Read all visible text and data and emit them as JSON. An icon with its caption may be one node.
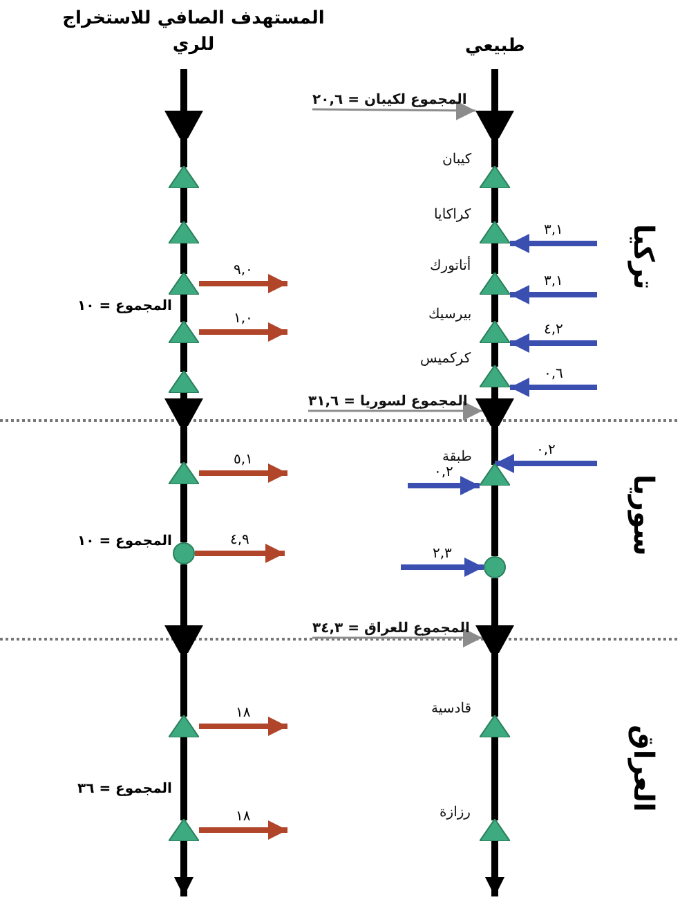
{
  "diagram": {
    "nodes": [
      {
        "text": [],
        "shape": "funnel"
      },
      {
        "text": [],
        "shape": "triangle"
      },
      {
        "text": [],
        "shape": "triangle"
      },
      {
        "text": [],
        "shape": "triangle"
      },
      {
        "text": [],
        "shape": "triangle"
      },
      {
        "text": [],
        "shape": "triangle"
      },
      {
        "text": [],
        "shape": "funnel"
      },
      {
        "text": [],
        "shape": "triangle"
      },
      {
        "text": [],
        "shape": "circle"
      },
      {
        "text": [],
        "shape": "funnel"
      },
      {
        "text": [],
        "shape": "triangle"
      },
      {
        "text": [],
        "shape": "triangle"
      },
      {
        "text": [],
        "shape": "funnel"
      },
      {
        "text": [],
        "shape": "triangle",
        "beside": [
          "كيبان"
        ]
      },
      {
        "text": [],
        "shape": "triangle",
        "beside": [
          "كراكايا"
        ]
      },
      {
        "text": [],
        "shape": "triangle",
        "beside": [
          "أتاتورك"
        ]
      },
      {
        "text": [],
        "shape": "triangle",
        "beside": [
          "بيرسيك"
        ]
      },
      {
        "text": [],
        "shape": "triangle",
        "beside": [
          "كركميس"
        ]
      },
      {
        "text": [],
        "shape": "funnel"
      },
      {
        "text": [],
        "shape": "triangle",
        "beside": [
          "طبقة"
        ]
      },
      {
        "text": [],
        "shape": "circle"
      },
      {
        "text": [],
        "shape": "funnel"
      },
      {
        "text": [],
        "shape": "triangle",
        "beside": [
          "قادسية"
        ]
      },
      {
        "text": [],
        "shape": "triangle",
        "beside": [
          "رزازة"
        ]
      },
      {
        "text": [
          "المجموع لكيبان = ٢٠,٦"
        ]
      },
      {
        "text": [
          "المجموع لسوريا = ٣١,٦"
        ]
      },
      {
        "text": [
          "المجموع للعراق = ٣٤,٣"
        ]
      }
    ],
    "edges": [
      {
        "from": null,
        "to": 0,
        "arrow": "none"
      },
      {
        "from": 0,
        "to": 1,
        "arrow": "none"
      },
      {
        "from": 1,
        "to": 2,
        "arrow": "none"
      },
      {
        "from": 2,
        "to": 3,
        "arrow": "none"
      },
      {
        "from": 3,
        "to": 4,
        "arrow": "none"
      },
      {
        "from": 4,
        "to": 5,
        "arrow": "none"
      },
      {
        "from": 5,
        "to": 6,
        "arrow": "none"
      },
      {
        "from": 6,
        "to": 7,
        "arrow": "none"
      },
      {
        "from": 7,
        "to": 8,
        "arrow": "none"
      },
      {
        "from": 8,
        "to": 9,
        "arrow": "none"
      },
      {
        "from": 9,
        "to": 10,
        "arrow": "none"
      },
      {
        "from": 10,
        "to": 11,
        "arrow": "none"
      },
      {
        "from": 11,
        "to": null,
        "arrow": "to"
      },
      {
        "from": 3,
        "to": null,
        "arrow": "to",
        "label": "٩,٠",
        "color": "#b0452a"
      },
      {
        "from": 4,
        "to": null,
        "arrow": "to",
        "label": "١,٠",
        "color": "#b0452a"
      },
      {
        "from": 7,
        "to": null,
        "arrow": "to",
        "label": "٥,١",
        "color": "#b0452a"
      },
      {
        "from": 8,
        "to": null,
        "arrow": "to",
        "label": "٤,٩",
        "color": "#b0452a"
      },
      {
        "from": 10,
        "to": null,
        "arrow": "to",
        "label": "١٨",
        "color": "#b0452a"
      },
      {
        "from": 11,
        "to": null,
        "arrow": "to",
        "label": "١٨",
        "color": "#b0452a"
      },
      {
        "from": null,
        "to": 12,
        "arrow": "none"
      },
      {
        "from": 12,
        "to": 13,
        "arrow": "none"
      },
      {
        "from": 13,
        "to": 14,
        "arrow": "none"
      },
      {
        "from": 14,
        "to": 15,
        "arrow": "none"
      },
      {
        "from": 15,
        "to": 16,
        "arrow": "none"
      },
      {
        "from": 16,
        "to": 17,
        "arrow": "none"
      },
      {
        "from": 17,
        "to": 18,
        "arrow": "none"
      },
      {
        "from": 18,
        "to": 19,
        "arrow": "none"
      },
      {
        "from": 19,
        "to": 20,
        "arrow": "none"
      },
      {
        "from": 20,
        "to": 21,
        "arrow": "none"
      },
      {
        "from": 21,
        "to": 22,
        "arrow": "none"
      },
      {
        "from": 22,
        "to": 23,
        "arrow": "none"
      },
      {
        "from": 23,
        "to": null,
        "arrow": "to"
      },
      {
        "from": null,
        "to": 14,
        "arrow": "to",
        "label": "٣,١",
        "color": "#3b4fb0"
      },
      {
        "from": null,
        "to": 15,
        "arrow": "to",
        "label": "٣,١",
        "color": "#3b4fb0"
      },
      {
        "from": null,
        "to": 16,
        "arrow": "to",
        "label": "٤,٢",
        "color": "#3b4fb0"
      },
      {
        "from": null,
        "to": 17,
        "arrow": "to",
        "label": "٠,٦",
        "color": "#3b4fb0"
      },
      {
        "from": null,
        "to": 19,
        "arrow": "to",
        "label": "٠,٢",
        "color": "#3b4fb0"
      },
      {
        "from": null,
        "to": 19,
        "arrow": "to",
        "label": "٠,٢",
        "color": "#3b4fb0"
      },
      {
        "from": null,
        "to": 20,
        "arrow": "to",
        "label": "٢,٣",
        "color": "#3b4fb0"
      },
      {
        "from": 24,
        "to": 12,
        "arrow": "to",
        "color": "#8c8c8c"
      },
      {
        "from": 25,
        "to": 18,
        "arrow": "to",
        "color": "#8c8c8c"
      },
      {
        "from": 26,
        "to": 21,
        "arrow": "to",
        "color": "#8c8c8c"
      }
    ],
    "labels": [
      "المستهدف الصافي للاستخراج للري",
      "طبيعي",
      "المجموع = ١٠",
      "تركيا",
      "المجموع = ١٠",
      "سوريا",
      "المجموع = ٣٦",
      "العراق"
    ]
  }
}
